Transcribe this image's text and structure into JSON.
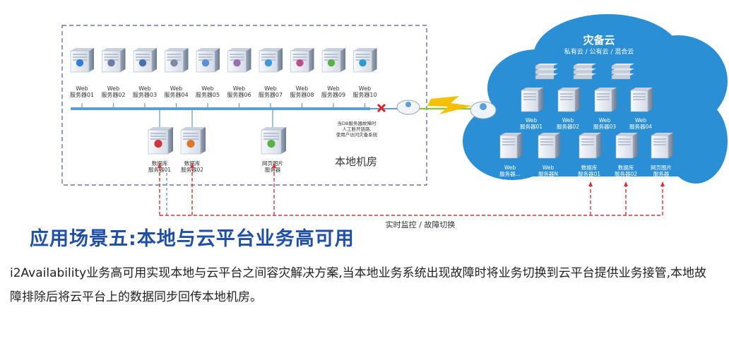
{
  "cloud": {
    "title": "灾备云",
    "subtitle": "私有云 / 公有云 / 混合云"
  },
  "local_room_label": "本地机房",
  "local_web_servers": [
    {
      "line1": "Web",
      "line2": "服务器01",
      "color": "#2f7ed8"
    },
    {
      "line1": "Web",
      "line2": "服务器02",
      "color": "#6a7fa8"
    },
    {
      "line1": "Web",
      "line2": "服务器03",
      "color": "#4a6fb0"
    },
    {
      "line1": "Web",
      "line2": "服务器04",
      "color": "#7a8aa0"
    },
    {
      "line1": "Web",
      "line2": "服务器05",
      "color": "#5b8fd6"
    },
    {
      "line1": "Web",
      "line2": "服务器06",
      "color": "#9a6fb0"
    },
    {
      "line1": "Web",
      "line2": "服务器07",
      "color": "#3a9ad9"
    },
    {
      "line1": "Web",
      "line2": "服务器08",
      "color": "#c04d8b"
    },
    {
      "line1": "Web",
      "line2": "服务器09",
      "color": "#5bb04a"
    },
    {
      "line1": "Web",
      "line2": "服务器10",
      "color": "#2f9ad0"
    }
  ],
  "local_bottom_servers": [
    {
      "line1": "数据库",
      "line2": "服务器01",
      "color": "#d0343a"
    },
    {
      "line1": "数据库",
      "line2": "服务器02",
      "color": "#e0762a"
    },
    {
      "line1": "网页图片",
      "line2": "服务器",
      "color": "#5bb04a"
    }
  ],
  "failure_note": [
    "当DB服务器故障时",
    "人工断开链路,",
    "使用户访问灾备系统"
  ],
  "cloud_web_servers": [
    {
      "line1": "Web",
      "line2": "服务器01"
    },
    {
      "line1": "Web",
      "line2": "服务器02"
    },
    {
      "line1": "Web",
      "line2": "服务器03"
    },
    {
      "line1": "Web",
      "line2": "服务器04"
    }
  ],
  "cloud_bottom_servers": [
    {
      "line1": "Web",
      "line2": "服务器..."
    },
    {
      "line1": "Web",
      "line2": "服务器N"
    },
    {
      "line1": "数据库",
      "line2": "服务器01"
    },
    {
      "line1": "数据库",
      "line2": "服务器02"
    },
    {
      "line1": "网页图片",
      "line2": "服务器"
    }
  ],
  "monitor_label": "实时监控 / 故障切换",
  "heading": "应用场景五:本地与云平台业务高可用",
  "description": "i2Availability业务高可用实现本地与云平台之间容灾解决方案,当本地业务系统出现故障时将业务切换到云平台提供业务接管,本地故障排除后将云平台上的数据同步回传本地机房。",
  "colors": {
    "cloud": "#2b8fd6",
    "network_line": "#5aa0d8",
    "dashed_red": "#e03030",
    "frame": "#4a5a9a",
    "heading": "#1f4fa6",
    "lightning": "#f5c000"
  }
}
